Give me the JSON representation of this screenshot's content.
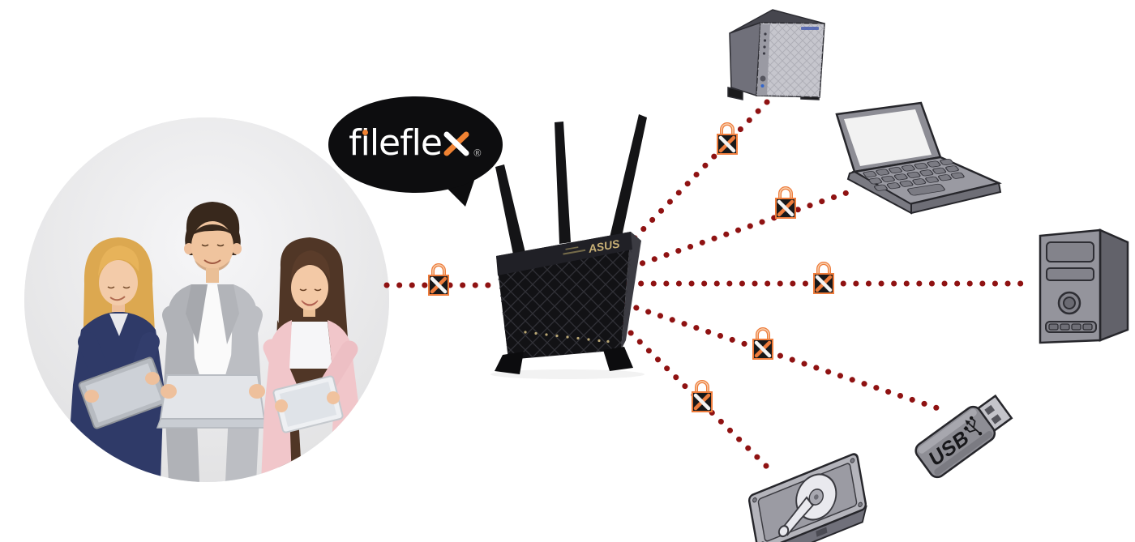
{
  "logo": {
    "seg_f": "f",
    "seg_i": "i",
    "seg_rest": "lefle",
    "x_letter": "x",
    "registered": "®",
    "full_name": "fileflex®"
  },
  "router": {
    "brand_label": "ASUS"
  },
  "devices": {
    "usb_label": "USB"
  },
  "network": {
    "hub": "asus-wireless-router",
    "nodes": [
      "users-group-photo",
      "nas-server",
      "laptop",
      "desktop-pc",
      "usb-flash-drive",
      "hard-disk-drive"
    ],
    "links": [
      {
        "from": "asus-wireless-router",
        "to": "users-group-photo",
        "style": "dotted",
        "lock": true
      },
      {
        "from": "asus-wireless-router",
        "to": "nas-server",
        "style": "dotted",
        "lock": true
      },
      {
        "from": "asus-wireless-router",
        "to": "laptop",
        "style": "dotted",
        "lock": true
      },
      {
        "from": "asus-wireless-router",
        "to": "desktop-pc",
        "style": "dotted",
        "lock": true
      },
      {
        "from": "asus-wireless-router",
        "to": "usb-flash-drive",
        "style": "dotted",
        "lock": true
      },
      {
        "from": "asus-wireless-router",
        "to": "hard-disk-drive",
        "style": "dotted",
        "lock": true
      }
    ]
  },
  "palette": {
    "background": "#ffffff",
    "dot_line_red": "#8f1212",
    "lock_orange": "#ee7c3c",
    "lock_body": "#18181a",
    "bubble_black": "#0d0d0f",
    "logo_accent_orange": "#f08232",
    "asus_gold": "#c9b176"
  }
}
